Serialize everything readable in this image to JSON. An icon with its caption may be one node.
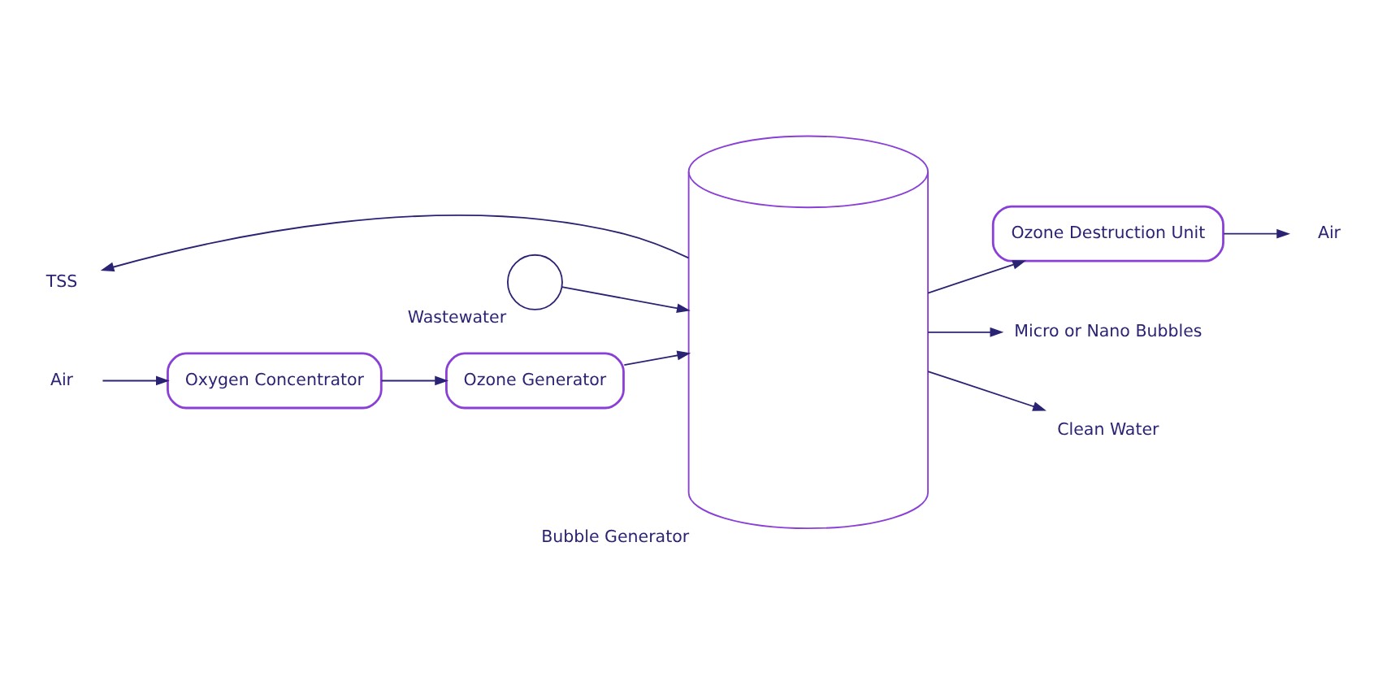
{
  "diagram": {
    "nodes": [
      {
        "text": [
          "TSS"
        ]
      },
      {
        "text": [],
        "shape": "circle",
        "beside": [
          "Wastewater"
        ]
      },
      {
        "text": [],
        "shape": "cylinder",
        "beside": [
          "Bubble Generator"
        ]
      },
      {
        "text": [
          "Ozone Destruction Unit"
        ]
      },
      {
        "text": [
          "Air"
        ]
      },
      {
        "text": [
          "Micro or Nano Bubbles"
        ]
      },
      {
        "text": [
          "Clean Water"
        ]
      },
      {
        "text": [
          "Air"
        ]
      },
      {
        "text": [
          "Oxygen Concentrator"
        ]
      },
      {
        "text": [
          "Ozone Generator"
        ]
      }
    ],
    "edges": [
      {
        "from": 2,
        "to": 0,
        "arrow": "to"
      },
      {
        "from": 1,
        "to": 2,
        "arrow": "to"
      },
      {
        "from": 2,
        "to": 3,
        "arrow": "to"
      },
      {
        "from": 3,
        "to": 4,
        "arrow": "to"
      },
      {
        "from": 2,
        "to": 5,
        "arrow": "to"
      },
      {
        "from": 2,
        "to": 6,
        "arrow": "to"
      },
      {
        "from": 7,
        "to": 8,
        "arrow": "to"
      },
      {
        "from": 8,
        "to": 9,
        "arrow": "to"
      },
      {
        "from": 9,
        "to": 2,
        "arrow": "to"
      }
    ]
  }
}
